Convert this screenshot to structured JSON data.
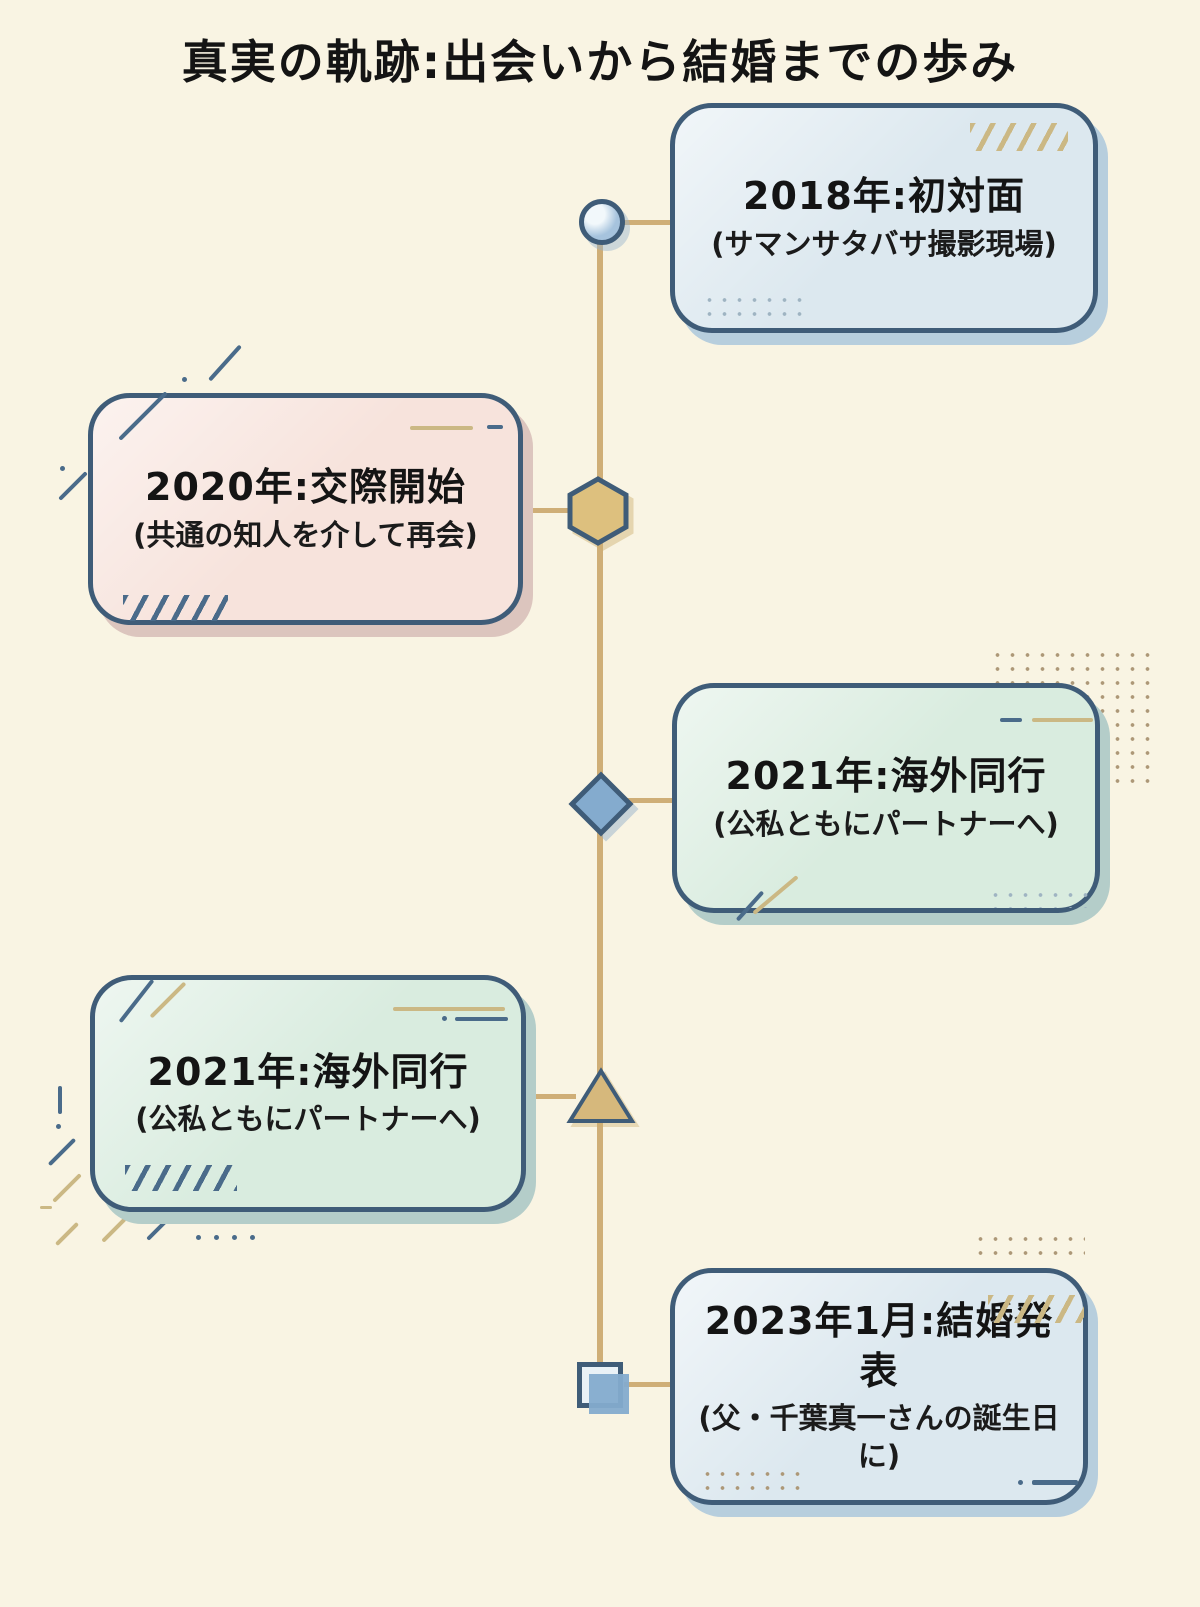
{
  "title": "真実の軌跡:出会いから結婚までの歩み",
  "palette": {
    "bg": "#f9f4e3",
    "card_blue": "#dce8ef",
    "card_pink": "#f7e3dc",
    "card_green": "#d9ecdf",
    "border_navy": "#3f5c78",
    "line_tan": "#cfae77",
    "node_blue": "#a6c3dd",
    "node_blue2": "#84abce",
    "node_tan": "#ddc07e",
    "node_tan2": "#d6b87c",
    "shadow_blue": "#b7cedd",
    "shadow_pink": "#dcc5be",
    "shadow_green": "#b4cdc9",
    "deco_tan": "#cbb884",
    "deco_blue": "#4a6b8a",
    "dot_tan": "#ad9878",
    "dot_blue": "#9fb4c2"
  },
  "timeline": {
    "events": [
      {
        "side": "right",
        "card_color": "blue",
        "node_shape": "circle",
        "heading": "2018年:初対面",
        "subheading": "(サマンサタバサ撮影現場)"
      },
      {
        "side": "left",
        "card_color": "pink",
        "node_shape": "hexagon",
        "heading": "2020年:交際開始",
        "subheading": "(共通の知人を介して再会)"
      },
      {
        "side": "right",
        "card_color": "green",
        "node_shape": "diamond",
        "heading": "2021年:海外同行",
        "subheading": "(公私ともにパートナーへ)"
      },
      {
        "side": "left",
        "card_color": "green",
        "node_shape": "triangle",
        "heading": "2021年:海外同行",
        "subheading": "(公私ともにパートナーへ)"
      },
      {
        "side": "right",
        "card_color": "blue",
        "node_shape": "square",
        "heading": "2023年1月:結婚発表",
        "subheading": "(父・千葉真一さんの誕生日に)"
      }
    ]
  }
}
